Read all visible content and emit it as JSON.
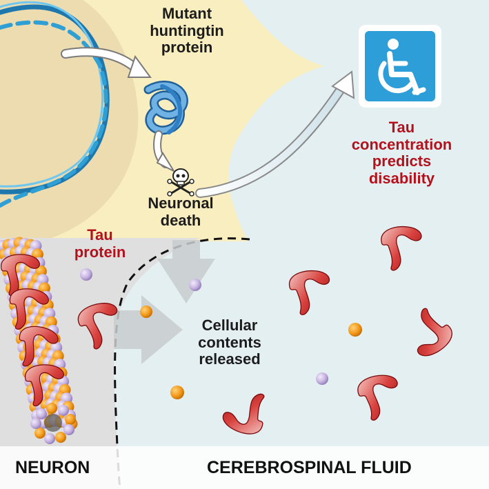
{
  "labels": {
    "mutant_protein": "Mutant huntingtin protein",
    "neuronal_death": "Neuronal death",
    "tau_protein": "Tau protein",
    "cellular_contents": "Cellular contents released",
    "tau_predicts": "Tau concentration predicts disability"
  },
  "regions": {
    "neuron": "NEURON",
    "csf": "CEREBROSPINAL FLUID"
  },
  "icons": {
    "disability": "wheelchair-icon",
    "death": "skull-crossbones-icon"
  },
  "colors": {
    "neuron_fill": "#f9eebf",
    "nucleus_fill": "#ecdcb0",
    "csf_fill": "#e4eff1",
    "dna": "#2f9fd4",
    "accent_red": "#b3121d",
    "disability_blue": "#2d9ed8",
    "orange_particle": "#f39a1c",
    "purple_particle": "#bca9d8"
  }
}
